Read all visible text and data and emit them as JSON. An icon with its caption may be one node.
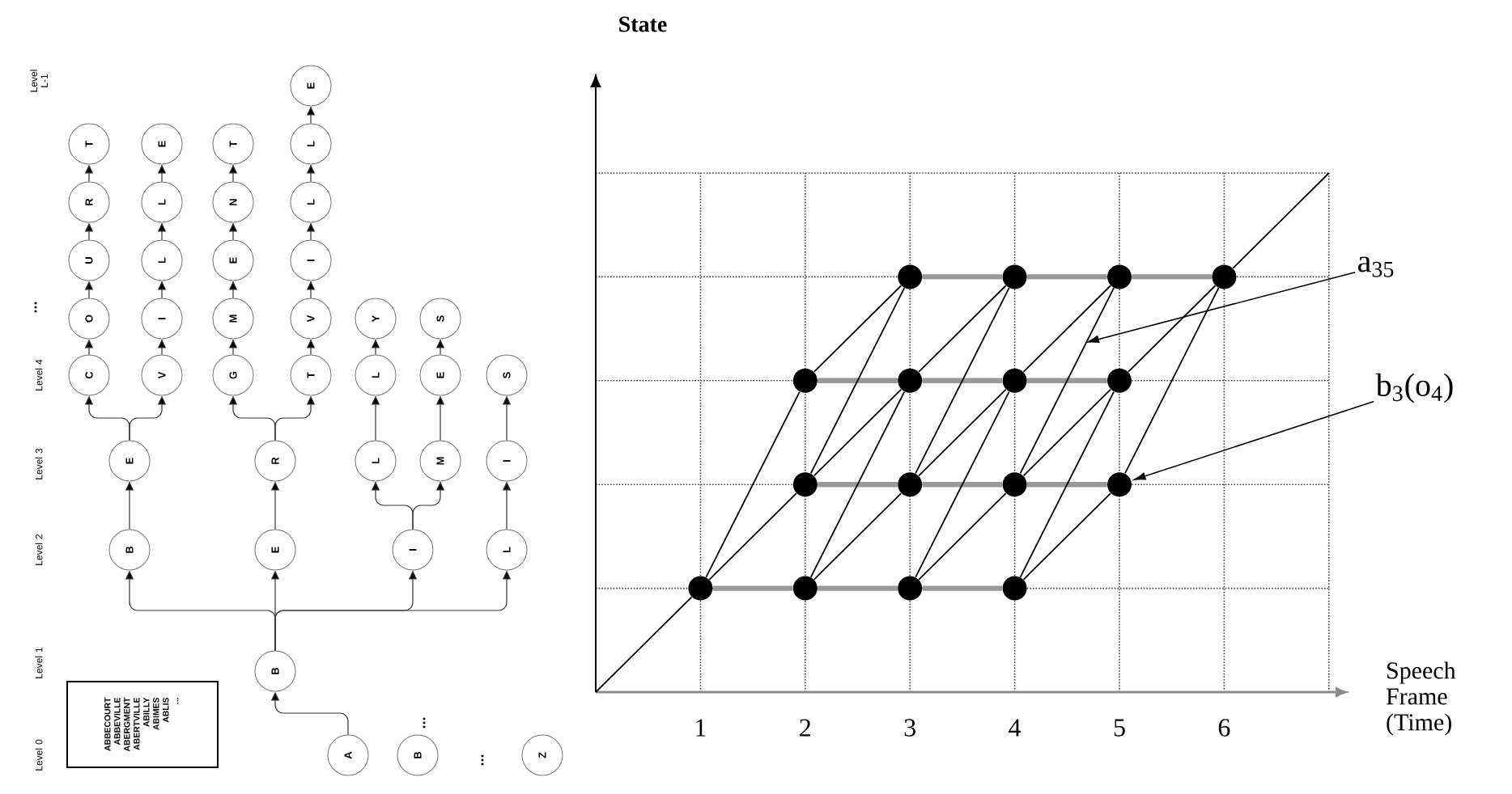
{
  "diagram": {
    "nodes": [
      {
        "text": [
          "A"
        ]
      },
      {
        "text": [
          "B"
        ]
      },
      {
        "text": [
          "Z"
        ]
      },
      {
        "text": [
          "B"
        ]
      },
      {
        "text": [
          "B"
        ]
      },
      {
        "text": [
          "E"
        ]
      },
      {
        "text": [
          "I"
        ]
      },
      {
        "text": [
          "L"
        ]
      },
      {
        "text": [
          "E"
        ]
      },
      {
        "text": [
          "R"
        ]
      },
      {
        "text": [
          "L"
        ]
      },
      {
        "text": [
          "M"
        ]
      },
      {
        "text": [
          "I"
        ]
      },
      {
        "text": [
          "C"
        ]
      },
      {
        "text": [
          "O"
        ]
      },
      {
        "text": [
          "U"
        ]
      },
      {
        "text": [
          "R"
        ]
      },
      {
        "text": [
          "T"
        ]
      },
      {
        "text": [
          "V"
        ]
      },
      {
        "text": [
          "I"
        ]
      },
      {
        "text": [
          "L"
        ]
      },
      {
        "text": [
          "L"
        ]
      },
      {
        "text": [
          "E"
        ]
      },
      {
        "text": [
          "G"
        ]
      },
      {
        "text": [
          "M"
        ]
      },
      {
        "text": [
          "E"
        ]
      },
      {
        "text": [
          "N"
        ]
      },
      {
        "text": [
          "T"
        ]
      },
      {
        "text": [
          "T"
        ]
      },
      {
        "text": [
          "V"
        ]
      },
      {
        "text": [
          "I"
        ]
      },
      {
        "text": [
          "L"
        ]
      },
      {
        "text": [
          "L"
        ]
      },
      {
        "text": [
          "E"
        ]
      },
      {
        "text": [
          "L"
        ]
      },
      {
        "text": [
          "Y"
        ]
      },
      {
        "text": [
          "E"
        ]
      },
      {
        "text": [
          "S"
        ]
      },
      {
        "text": [
          "S"
        ]
      },
      {
        "text": [
          "ABBECOURT",
          "ABBEVILLE",
          "ABERGMENT",
          "ABERTVILLE",
          "ABILLY",
          "ABIMES",
          "ABLIS",
          "..."
        ]
      },
      {
        "text": [],
        "shape": "circle"
      },
      {
        "text": [],
        "shape": "circle"
      },
      {
        "text": [],
        "shape": "circle"
      },
      {
        "text": [],
        "shape": "circle"
      },
      {
        "text": [],
        "shape": "circle"
      },
      {
        "text": [],
        "shape": "circle"
      },
      {
        "text": [],
        "shape": "circle"
      },
      {
        "text": [],
        "shape": "circle"
      },
      {
        "text": [],
        "shape": "circle"
      },
      {
        "text": [],
        "shape": "circle"
      },
      {
        "text": [],
        "shape": "circle"
      },
      {
        "text": [],
        "shape": "circle"
      },
      {
        "text": [],
        "shape": "circle"
      },
      {
        "text": [],
        "shape": "circle"
      },
      {
        "text": [],
        "shape": "circle"
      },
      {
        "text": [],
        "shape": "circle"
      },
      {
        "text": [
          "a$_{35}$"
        ]
      },
      {
        "text": [
          "b$_{3}$(o$_{4}$)"
        ]
      }
    ],
    "edges": [
      {
        "from": 0,
        "to": 3,
        "arrow": "to"
      },
      {
        "from": 3,
        "to": 4,
        "arrow": "to"
      },
      {
        "from": 3,
        "to": 5,
        "arrow": "to"
      },
      {
        "from": 3,
        "to": 6,
        "arrow": "to"
      },
      {
        "from": 3,
        "to": 7,
        "arrow": "to"
      },
      {
        "from": 4,
        "to": 8,
        "arrow": "to"
      },
      {
        "from": 5,
        "to": 9,
        "arrow": "to"
      },
      {
        "from": 6,
        "to": 10,
        "arrow": "to"
      },
      {
        "from": 6,
        "to": 11,
        "arrow": "to"
      },
      {
        "from": 7,
        "to": 12,
        "arrow": "to"
      },
      {
        "from": 8,
        "to": 13,
        "arrow": "to"
      },
      {
        "from": 8,
        "to": 18,
        "arrow": "to"
      },
      {
        "from": 9,
        "to": 23,
        "arrow": "to"
      },
      {
        "from": 9,
        "to": 28,
        "arrow": "to"
      },
      {
        "from": 10,
        "to": 34,
        "arrow": "to"
      },
      {
        "from": 11,
        "to": 36,
        "arrow": "to"
      },
      {
        "from": 12,
        "to": 38,
        "arrow": "to"
      },
      {
        "from": 13,
        "to": 14,
        "arrow": "to"
      },
      {
        "from": 14,
        "to": 15,
        "arrow": "to"
      },
      {
        "from": 15,
        "to": 16,
        "arrow": "to"
      },
      {
        "from": 16,
        "to": 17,
        "arrow": "to"
      },
      {
        "from": 18,
        "to": 19,
        "arrow": "to"
      },
      {
        "from": 19,
        "to": 20,
        "arrow": "to"
      },
      {
        "from": 20,
        "to": 21,
        "arrow": "to"
      },
      {
        "from": 21,
        "to": 22,
        "arrow": "to"
      },
      {
        "from": 23,
        "to": 24,
        "arrow": "to"
      },
      {
        "from": 24,
        "to": 25,
        "arrow": "to"
      },
      {
        "from": 25,
        "to": 26,
        "arrow": "to"
      },
      {
        "from": 26,
        "to": 27,
        "arrow": "to"
      },
      {
        "from": 28,
        "to": 29,
        "arrow": "to"
      },
      {
        "from": 29,
        "to": 30,
        "arrow": "to"
      },
      {
        "from": 30,
        "to": 31,
        "arrow": "to"
      },
      {
        "from": 31,
        "to": 32,
        "arrow": "to"
      },
      {
        "from": 32,
        "to": 33,
        "arrow": "to"
      },
      {
        "from": 34,
        "to": 35,
        "arrow": "to"
      },
      {
        "from": 36,
        "to": 37,
        "arrow": "to"
      },
      {
        "from": 40,
        "to": 41,
        "arrow": "none",
        "style": "thick",
        "color": "#999999"
      },
      {
        "from": 41,
        "to": 42,
        "arrow": "none",
        "style": "thick",
        "color": "#999999"
      },
      {
        "from": 42,
        "to": 43,
        "arrow": "none",
        "style": "thick",
        "color": "#999999"
      },
      {
        "from": 44,
        "to": 45,
        "arrow": "none",
        "style": "thick",
        "color": "#999999"
      },
      {
        "from": 45,
        "to": 46,
        "arrow": "none",
        "style": "thick",
        "color": "#999999"
      },
      {
        "from": 46,
        "to": 47,
        "arrow": "none",
        "style": "thick",
        "color": "#999999"
      },
      {
        "from": 48,
        "to": 49,
        "arrow": "none",
        "style": "thick",
        "color": "#999999"
      },
      {
        "from": 49,
        "to": 50,
        "arrow": "none",
        "style": "thick",
        "color": "#999999"
      },
      {
        "from": 50,
        "to": 51,
        "arrow": "none",
        "style": "thick",
        "color": "#999999"
      },
      {
        "from": 52,
        "to": 53,
        "arrow": "none",
        "style": "thick",
        "color": "#999999"
      },
      {
        "from": 53,
        "to": 54,
        "arrow": "none",
        "style": "thick",
        "color": "#999999"
      },
      {
        "from": 54,
        "to": 55,
        "arrow": "none",
        "style": "thick",
        "color": "#999999"
      },
      {
        "from": 52,
        "to": 48,
        "arrow": "none"
      },
      {
        "from": 52,
        "to": 44,
        "arrow": "none"
      },
      {
        "from": 53,
        "to": 49,
        "arrow": "none"
      },
      {
        "from": 53,
        "to": 45,
        "arrow": "none"
      },
      {
        "from": 54,
        "to": 50,
        "arrow": "none"
      },
      {
        "from": 54,
        "to": 46,
        "arrow": "none"
      },
      {
        "from": 55,
        "to": 51,
        "arrow": "none"
      },
      {
        "from": 55,
        "to": 47,
        "arrow": "none"
      },
      {
        "from": 48,
        "to": 45,
        "arrow": "none"
      },
      {
        "from": 48,
        "to": 40,
        "arrow": "none"
      },
      {
        "from": 49,
        "to": 46,
        "arrow": "none"
      },
      {
        "from": 49,
        "to": 41,
        "arrow": "none"
      },
      {
        "from": 50,
        "to": 47,
        "arrow": "none"
      },
      {
        "from": 50,
        "to": 42,
        "arrow": "none"
      },
      {
        "from": 51,
        "to": 43,
        "arrow": "none"
      },
      {
        "from": 44,
        "to": 40,
        "arrow": "none"
      },
      {
        "from": 45,
        "to": 41,
        "arrow": "none"
      },
      {
        "from": 46,
        "to": 42,
        "arrow": "none"
      },
      {
        "from": 47,
        "to": 43,
        "arrow": "none"
      },
      {
        "from": null,
        "to": 52,
        "arrow": "none"
      },
      {
        "from": 43,
        "to": null,
        "arrow": "none"
      },
      {
        "from": 56,
        "to": null,
        "arrow": "to"
      },
      {
        "from": 57,
        "to": 51,
        "arrow": "to"
      }
    ],
    "labels": [
      "Level L-1",
      "...",
      "Level 4",
      "Level 3",
      "Level 2",
      "Level 1",
      "Level 0",
      "...",
      "...",
      "State",
      "1",
      "2",
      "3",
      "4",
      "5",
      "6",
      "Speech Frame (Time)"
    ]
  }
}
